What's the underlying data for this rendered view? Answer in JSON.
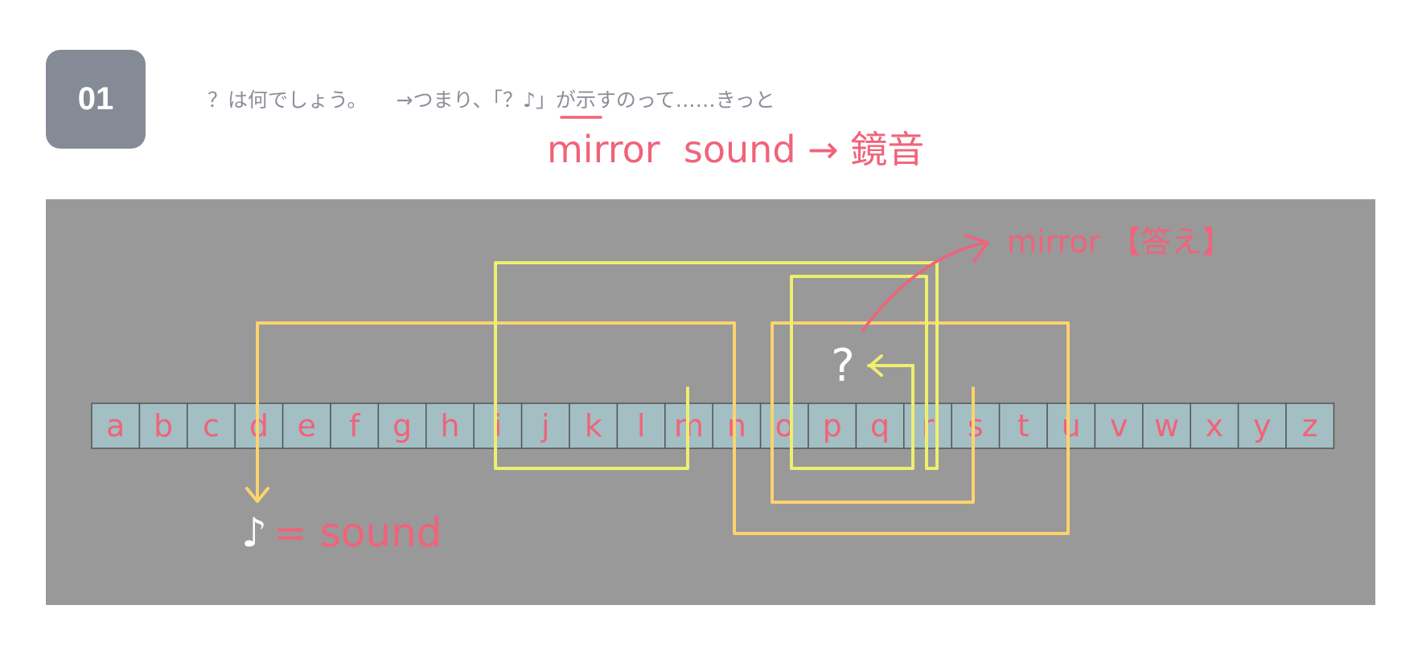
{
  "step_number": "01",
  "question": {
    "text": "？は何でしょう。",
    "reasoning": "→つまり、「？♪」が示すのって……きっと"
  },
  "headline_note": "mirror  sound → 鏡音",
  "alphabet": [
    "a",
    "b",
    "c",
    "d",
    "e",
    "f",
    "g",
    "h",
    "i",
    "j",
    "k",
    "l",
    "m",
    "n",
    "o",
    "p",
    "q",
    "r",
    "s",
    "t",
    "u",
    "v",
    "w",
    "x",
    "y",
    "z"
  ],
  "note_equation": "♪ = sound",
  "question_mark": "?",
  "answer_note": "mirror 【答え】",
  "colors": {
    "badge": "#858a97",
    "panel": "#999999",
    "cell": "#a3bfc3",
    "cell_border": "#555555",
    "handwriting": "#f0637a",
    "line_yellow": "#eeee70",
    "line_orange": "#fdd36e",
    "white": "#ffffff",
    "question_text": "#8a8f9a"
  }
}
